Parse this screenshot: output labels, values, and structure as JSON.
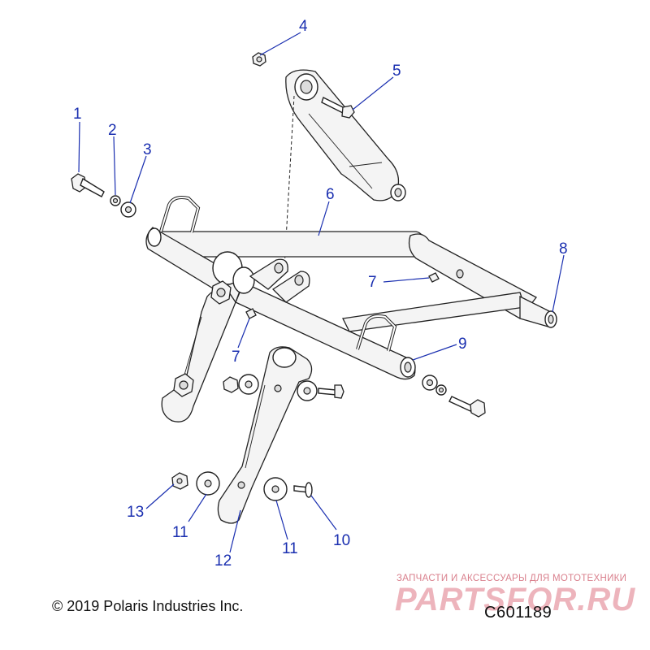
{
  "diagram": {
    "callouts": [
      {
        "id": "c1",
        "label": "1"
      },
      {
        "id": "c2",
        "label": "2"
      },
      {
        "id": "c3",
        "label": "3"
      },
      {
        "id": "c4",
        "label": "4"
      },
      {
        "id": "c5",
        "label": "5"
      },
      {
        "id": "c6",
        "label": "6"
      },
      {
        "id": "c7a",
        "label": "7"
      },
      {
        "id": "c7b",
        "label": "7"
      },
      {
        "id": "c8",
        "label": "8"
      },
      {
        "id": "c9",
        "label": "9"
      },
      {
        "id": "c10",
        "label": "10"
      },
      {
        "id": "c11a",
        "label": "11"
      },
      {
        "id": "c11b",
        "label": "11"
      },
      {
        "id": "c12",
        "label": "12"
      },
      {
        "id": "c13",
        "label": "13"
      }
    ],
    "callout_color": "#1a2fb0",
    "line_color": "#222222"
  },
  "footer": {
    "copyright": "© 2019 Polaris Industries Inc.",
    "figure_id": "C601189"
  },
  "watermark": {
    "tagline": "ЗАПЧАСТИ И АКСЕССУАРЫ ДЛЯ МОТОТЕХНИКИ",
    "logo": "PARTSFOR.RU",
    "color": "#e08a97"
  }
}
